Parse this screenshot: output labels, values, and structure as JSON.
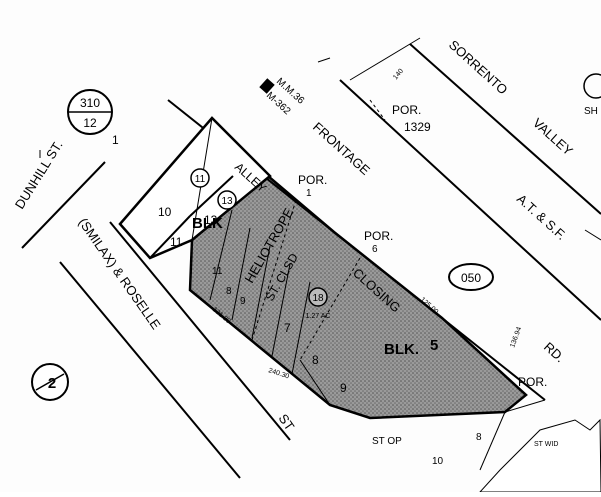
{
  "map": {
    "book_page": {
      "top": "310",
      "bottom": "12"
    },
    "circle_2": "2",
    "circle_050": "050",
    "streets": {
      "dunhill": "DUNHILL ST.",
      "dunhill_mark": "1",
      "smilax_roselle": "(SMILAX) & ROSELLE",
      "st_bottom": "ST",
      "frontage": "FRONTAGE",
      "rd": "RD.",
      "sorrento": "SORRENTO",
      "valley": "VALLEY",
      "at_sf": "A.T. & S.F.",
      "alley": "ALLEY",
      "heliotrope": "HELIOTROPE",
      "st_clsd": "ST. CLSD",
      "closing": "CLOSING",
      "st_op": "ST    OP"
    },
    "map_ref": {
      "mm": "M.M.36",
      "m": "M-362"
    },
    "por_labels": [
      "POR.",
      "POR.",
      "POR.",
      "POR."
    ],
    "por_1329": "1329",
    "por_marks": [
      "1",
      "6"
    ],
    "blocks": {
      "blk_upper": "BLK",
      "blk_lower": "BLK.",
      "blk_lower_num": "5"
    },
    "lot_numbers": [
      "10",
      "11",
      "13",
      "11",
      "8",
      "9",
      "7",
      "8",
      "9",
      "10",
      "8"
    ],
    "parcel_circles": [
      "11",
      "13",
      "18"
    ],
    "acreage": "1.27 AC",
    "corner_right": "SH",
    "dims": {
      "d1": "140",
      "d2": "136.94",
      "d3": "121.30",
      "d4": "125.00",
      "d5": "240.30"
    },
    "bottom_right_text": "ST WID"
  }
}
